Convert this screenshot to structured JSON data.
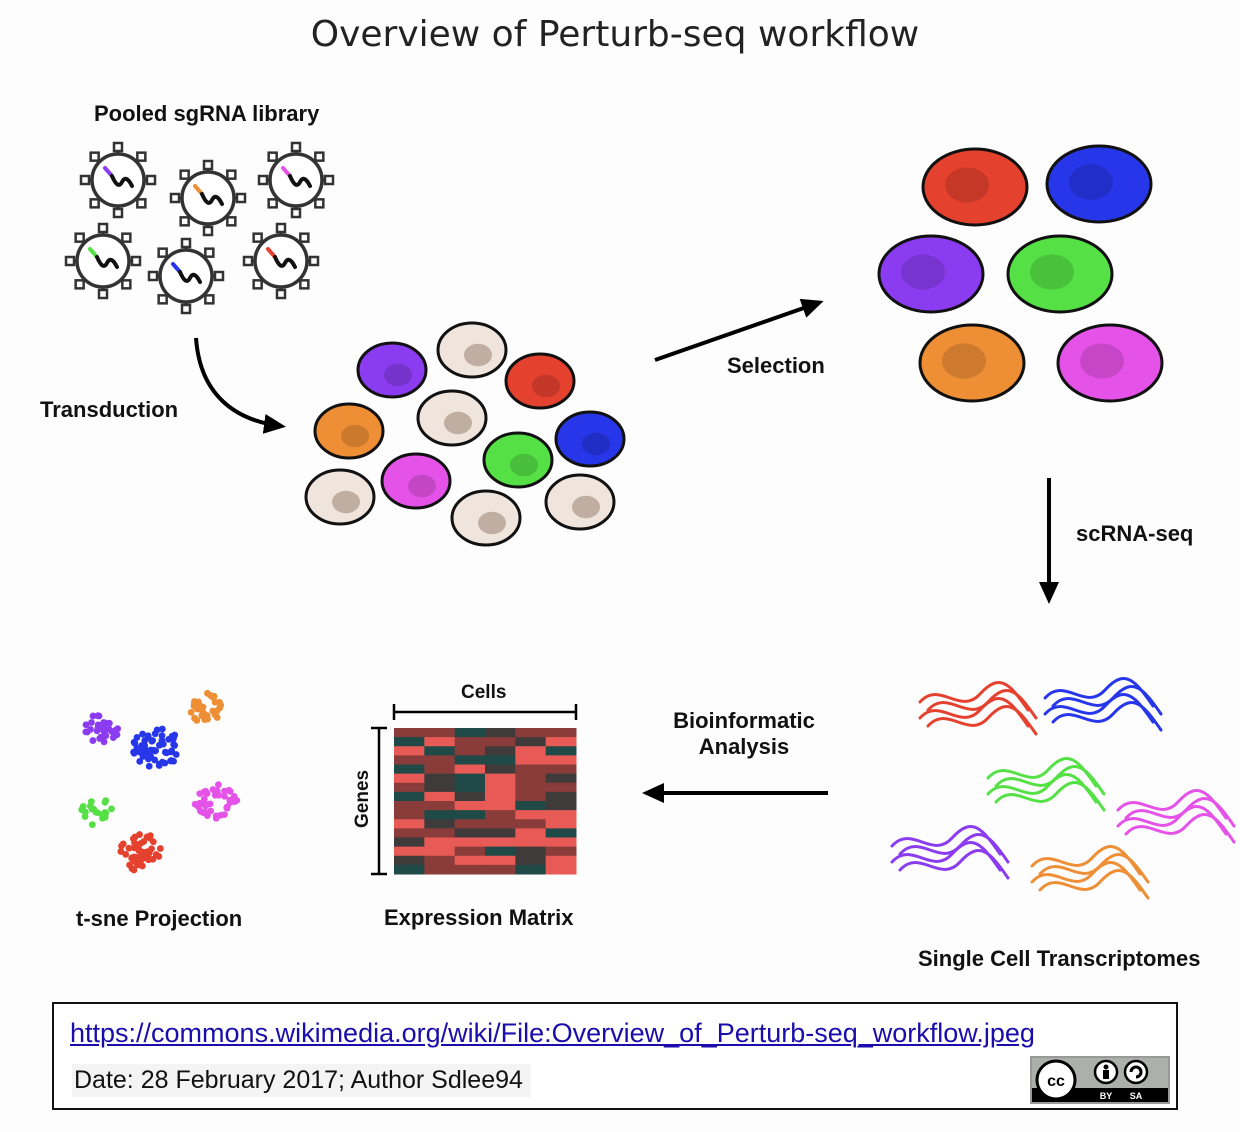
{
  "title": "Overview of Perturb-seq workflow",
  "labels": {
    "library": "Pooled sgRNA library",
    "transduction": "Transduction",
    "selection": "Selection",
    "scrnaseq": "scRNA-seq",
    "transcriptomes": "Single Cell Transcriptomes",
    "bioinformatic_line1": "Bioinformatic",
    "bioinformatic_line2": "Analysis",
    "cells": "Cells",
    "genes": "Genes",
    "expression": "Expression Matrix",
    "tsne": "t-sne Projection"
  },
  "colors": {
    "red": "#e5412f",
    "blue": "#2636e8",
    "purple": "#8b3cf0",
    "green": "#55e045",
    "orange": "#ee8e35",
    "magenta": "#e552e8",
    "untransduced": "#efe5dc",
    "nucleus_untransduced": "#bfaea1",
    "matrix_light": "#e85a55",
    "matrix_dark": "#1f4a47"
  },
  "guide_colors": [
    "purple",
    "orange",
    "magenta",
    "green",
    "blue",
    "red"
  ],
  "credit": {
    "url": "https://commons.wikimedia.org/wiki/File:Overview_of_Perturb-seq_workflow.jpeg",
    "date_author": "Date: 28 February 2017; Author Sdlee94",
    "license_icon": "cc-by-sa-icon",
    "license_cc": "cc",
    "license_by": "BY",
    "license_sa": "SA"
  }
}
